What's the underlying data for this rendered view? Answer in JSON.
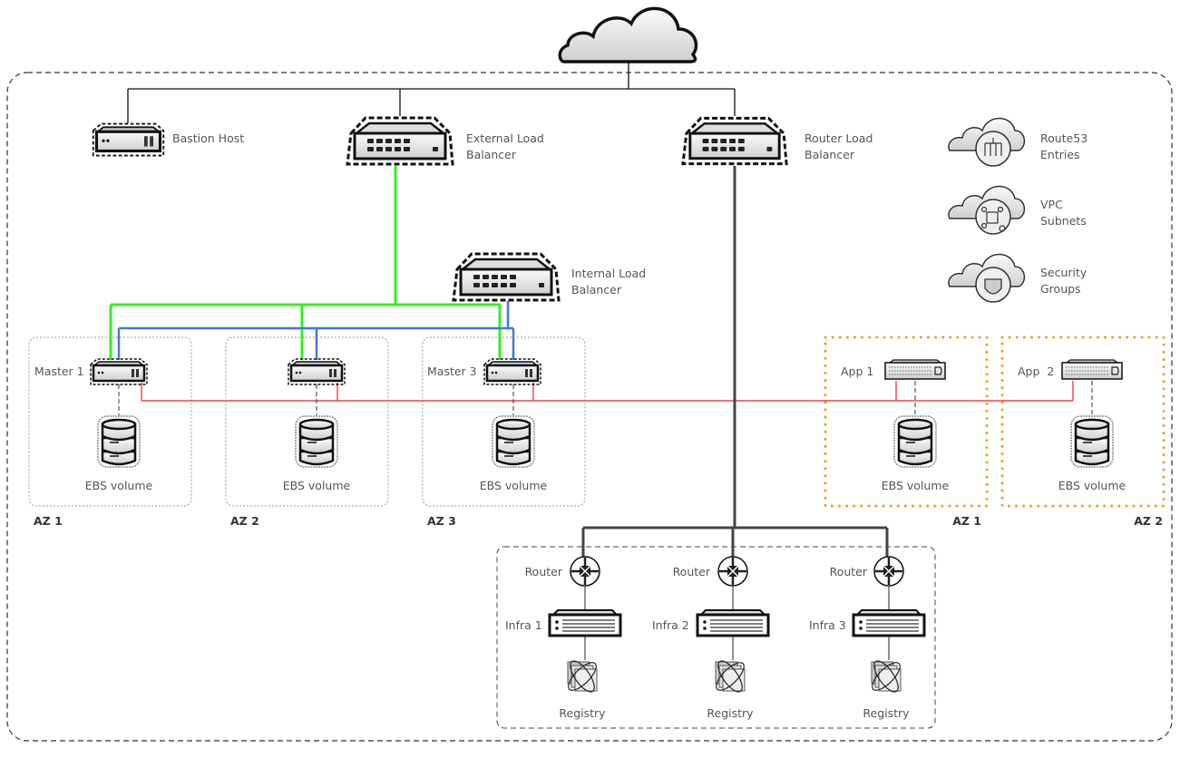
{
  "colors": {
    "green_link": "#33ee22",
    "blue_link": "#4477dd",
    "red_link": "#ee2222",
    "router_trunk": "#444444",
    "app_zone_border": "#f59a2a",
    "zone_border": "#999999"
  },
  "top": {
    "internet_icon": "cloud-icon",
    "bastion": "Bastion Host",
    "external_lb": [
      "External Load",
      "Balancer"
    ],
    "router_lb": [
      "Router Load",
      "Balancer"
    ],
    "internal_lb": [
      "Internal Load",
      "Balancer"
    ]
  },
  "legend": [
    {
      "icon": "cloud-dns-icon",
      "lines": [
        "Route53",
        "Entries"
      ]
    },
    {
      "icon": "cloud-network-icon",
      "lines": [
        "VPC",
        "Subnets"
      ]
    },
    {
      "icon": "cloud-shield-icon",
      "lines": [
        "Security",
        "Groups"
      ]
    }
  ],
  "masters": [
    {
      "label": "Master 1",
      "volume": "EBS volume",
      "zone": "AZ 1"
    },
    {
      "label": "",
      "volume": "EBS volume",
      "zone": "AZ 2"
    },
    {
      "label": "Master 3",
      "volume": "EBS volume",
      "zone": "AZ 3"
    }
  ],
  "apps": [
    {
      "label": "App 1",
      "volume": "EBS volume",
      "zone": "AZ 1"
    },
    {
      "label": "App  2",
      "volume": "EBS volume",
      "zone": "AZ 2"
    }
  ],
  "infra": [
    {
      "router": "Router",
      "node": "Infra 1",
      "service": "Registry"
    },
    {
      "router": "Router",
      "node": "Infra 2",
      "service": "Registry"
    },
    {
      "router": "Router",
      "node": "Infra 3",
      "service": "Registry"
    }
  ]
}
